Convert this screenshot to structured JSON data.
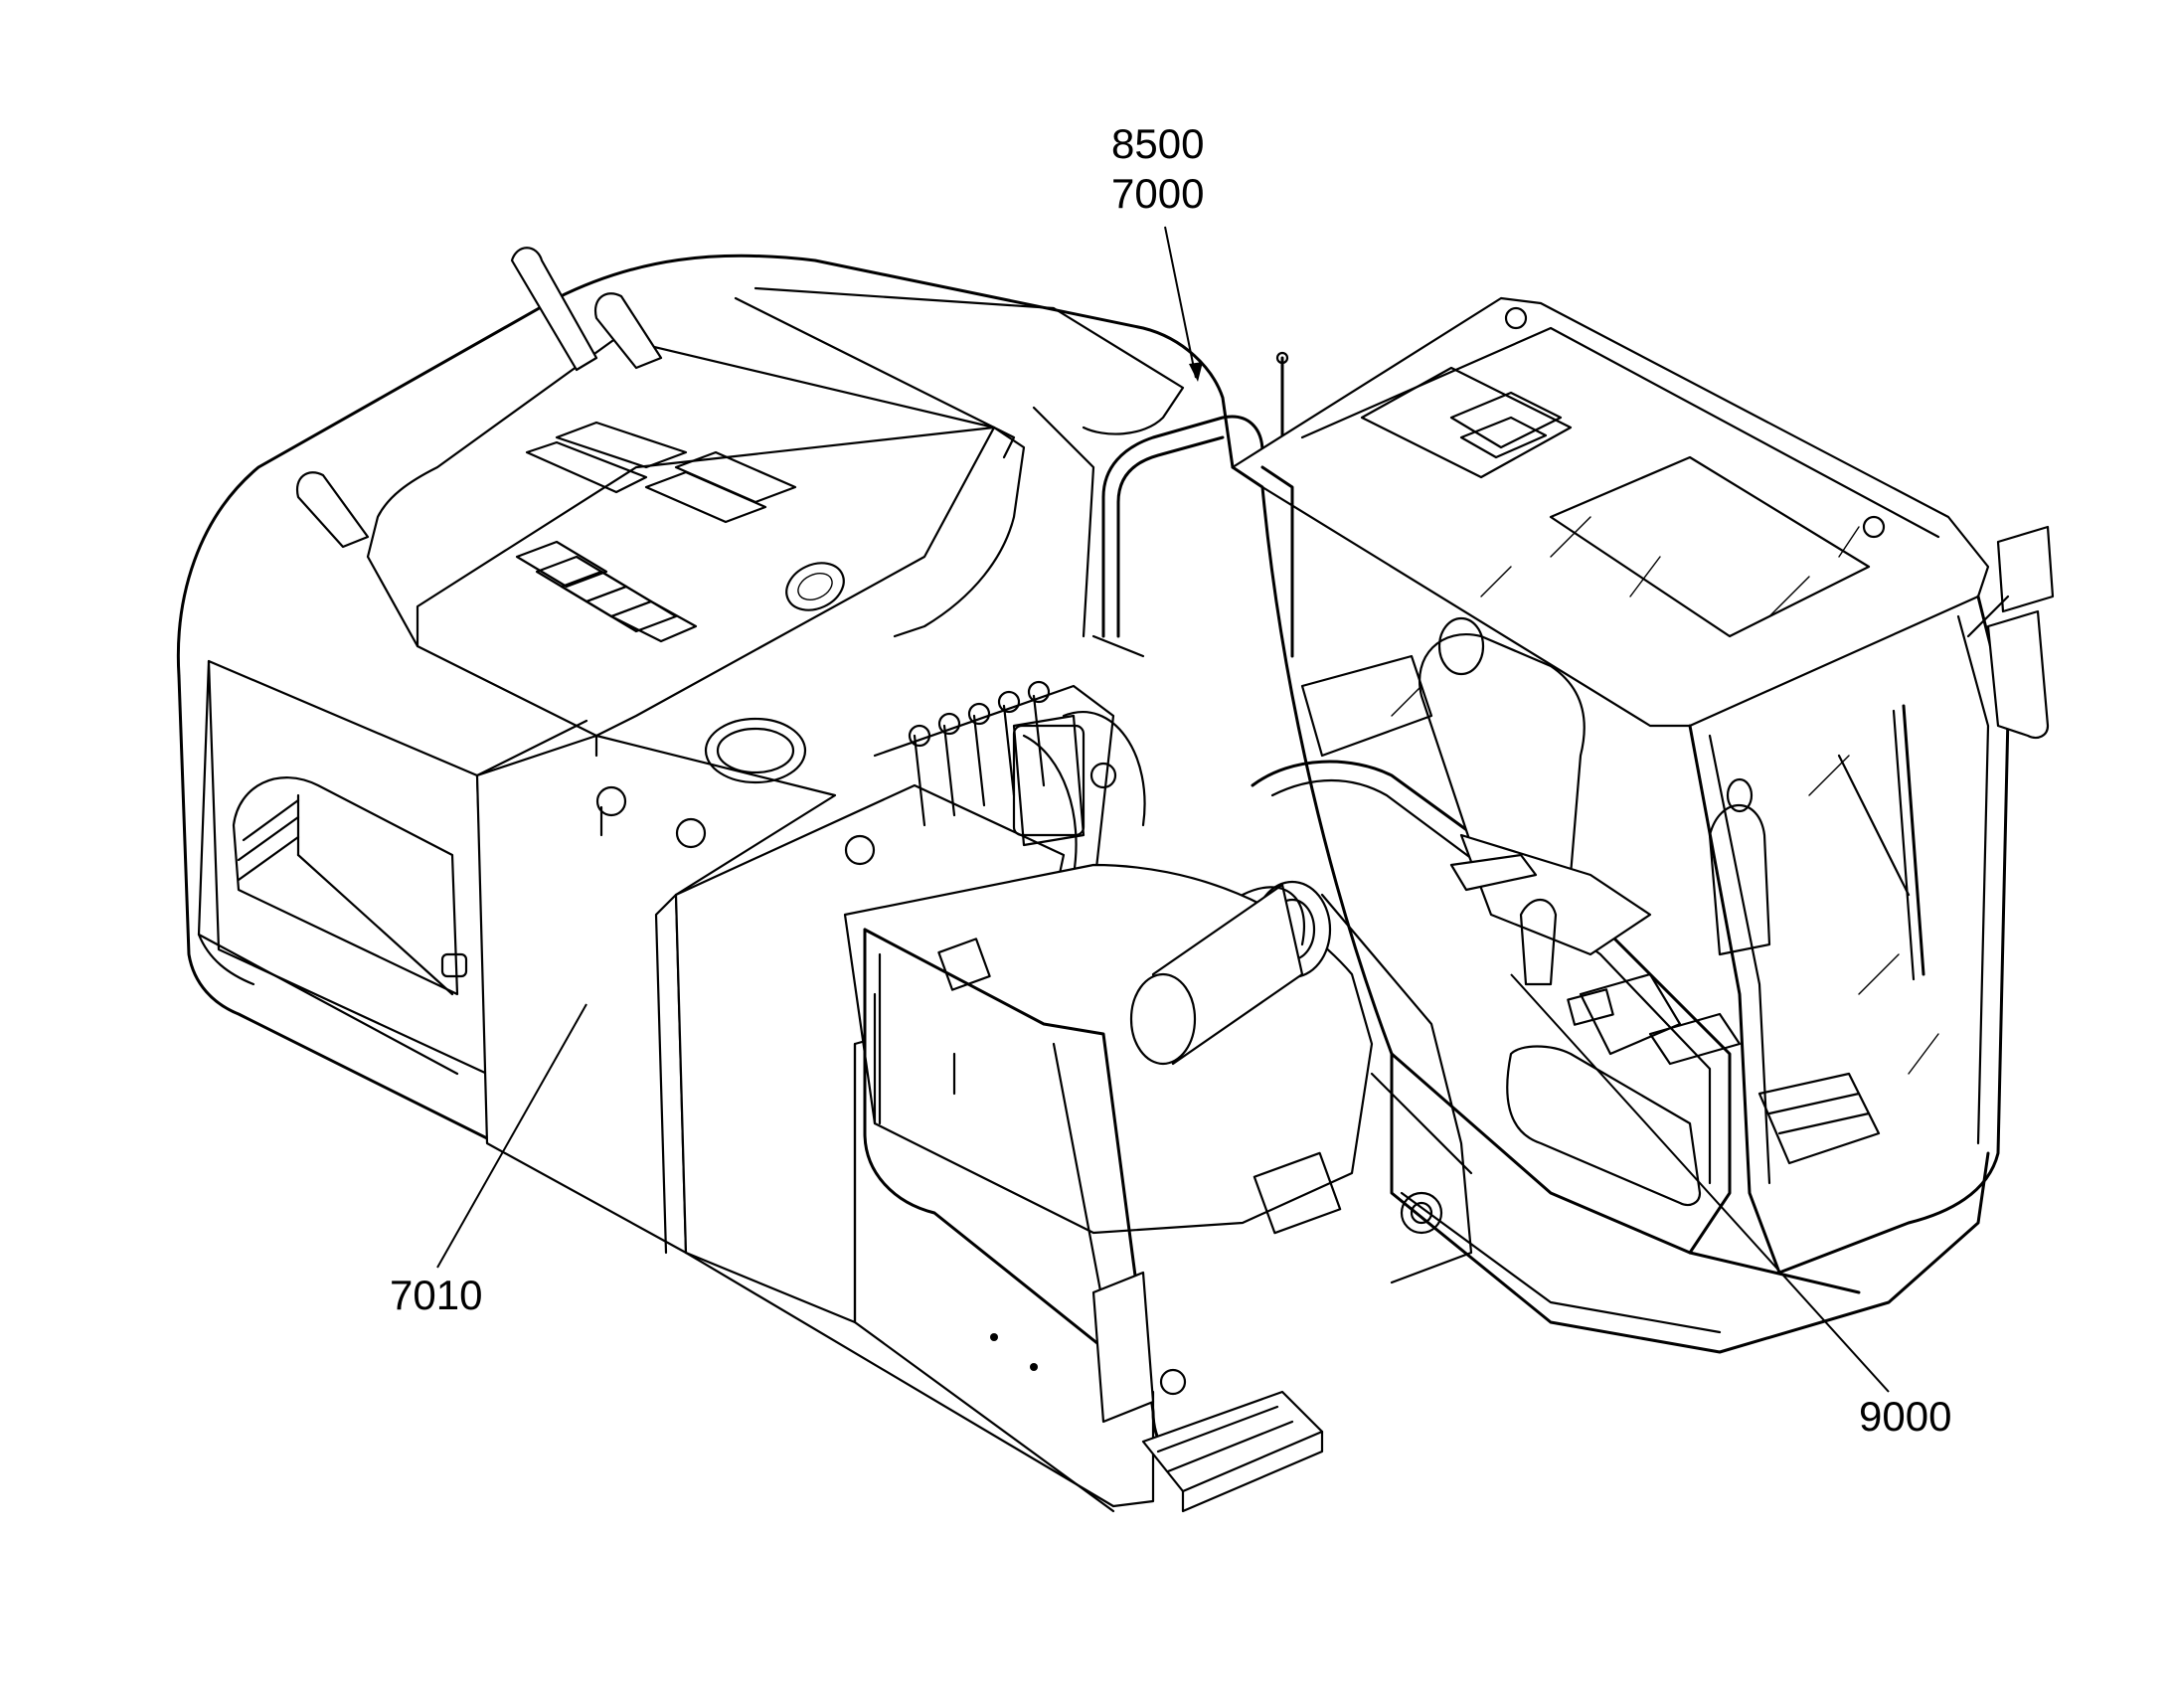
{
  "figure": {
    "subject_icon": "excavator-upper-structure-drawing"
  },
  "callouts": [
    {
      "id": "c8500",
      "label": "8500"
    },
    {
      "id": "c7000",
      "label": "7000"
    },
    {
      "id": "c7010",
      "label": "7010"
    },
    {
      "id": "c9000",
      "label": "9000"
    }
  ],
  "colors": {
    "ink": "#000000",
    "paper": "#ffffff"
  }
}
